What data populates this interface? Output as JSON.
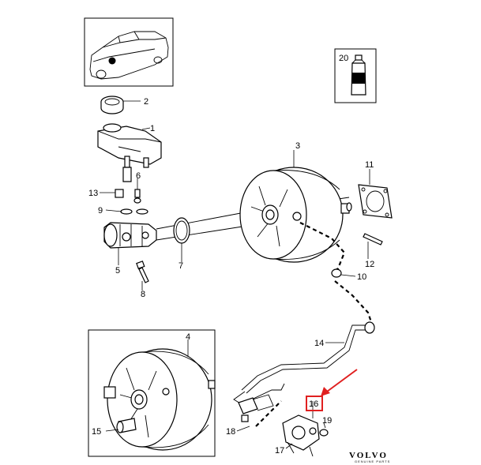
{
  "callouts": [
    {
      "id": "c1",
      "label": "1"
    },
    {
      "id": "c2",
      "label": "2"
    },
    {
      "id": "c3",
      "label": "3"
    },
    {
      "id": "c4",
      "label": "4"
    },
    {
      "id": "c5",
      "label": "5"
    },
    {
      "id": "c6",
      "label": "6"
    },
    {
      "id": "c7",
      "label": "7"
    },
    {
      "id": "c8",
      "label": "8"
    },
    {
      "id": "c9",
      "label": "9"
    },
    {
      "id": "c10",
      "label": "10"
    },
    {
      "id": "c11",
      "label": "11"
    },
    {
      "id": "c12",
      "label": "12"
    },
    {
      "id": "c13",
      "label": "13"
    },
    {
      "id": "c14",
      "label": "14"
    },
    {
      "id": "c15",
      "label": "15"
    },
    {
      "id": "c16",
      "label": "16"
    },
    {
      "id": "c17",
      "label": "17"
    },
    {
      "id": "c18",
      "label": "18"
    },
    {
      "id": "c19",
      "label": "19"
    },
    {
      "id": "c20",
      "label": "20"
    }
  ],
  "highlight": {
    "callout": "16",
    "frame_color": "#e02020",
    "arrow_color": "#e02020"
  },
  "brand": {
    "name": "VOLVO",
    "tagline": "GENUINE PARTS"
  }
}
